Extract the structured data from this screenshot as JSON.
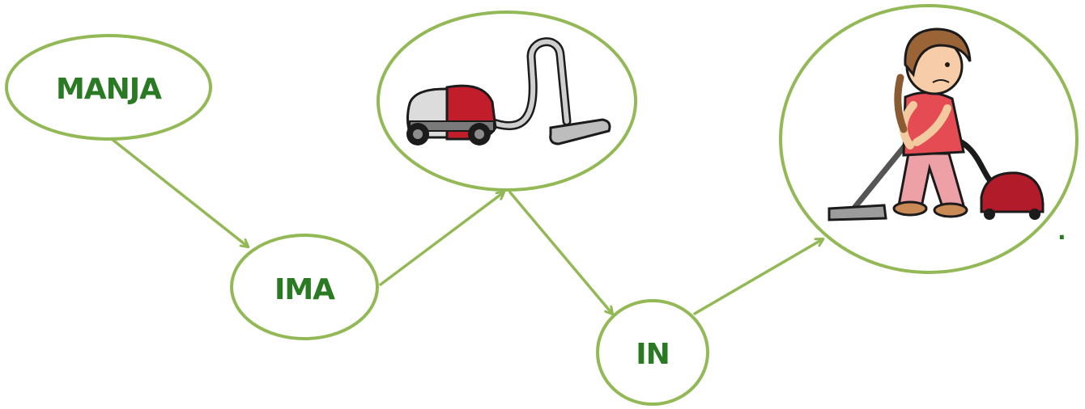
{
  "nodes": {
    "manja": {
      "label": "MANJA"
    },
    "ima": {
      "label": "IMA"
    },
    "in": {
      "label": "IN"
    },
    "vacuum": {
      "image": "vacuum-cleaner-icon"
    },
    "girl": {
      "image": "girl-vacuuming-icon"
    }
  },
  "sentence_end": ".",
  "colors": {
    "outline": "#93b957",
    "text": "#2a7a23",
    "vacuum_body": "#c21d2b",
    "girl_shirt": "#e44b53"
  }
}
